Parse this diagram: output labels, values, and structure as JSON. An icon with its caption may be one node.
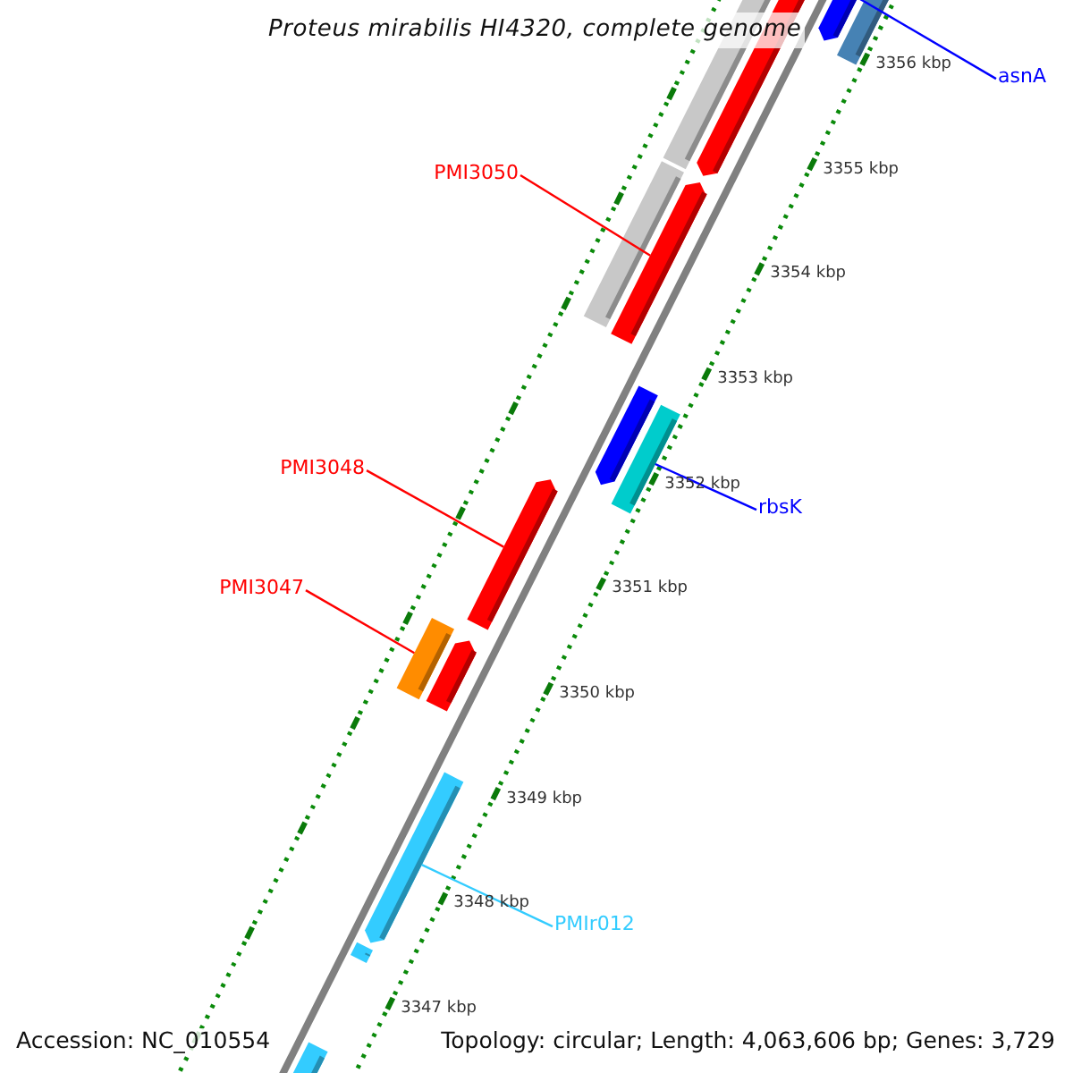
{
  "diagram": {
    "title": "Proteus mirabilis HI4320, complete genome",
    "nodes": [
      {
        "text": [
          "asnA"
        ]
      },
      {
        "text": [
          "PMI3050"
        ]
      },
      {
        "text": [
          "PMI3048"
        ]
      },
      {
        "text": [
          "rbsK"
        ]
      },
      {
        "text": [
          "PMI3047"
        ]
      },
      {
        "text": [
          "PMIr012"
        ]
      },
      {
        "text": [],
        "shape": "bar"
      },
      {
        "text": [],
        "shape": "bar"
      },
      {
        "text": [],
        "shape": "bar"
      },
      {
        "text": [],
        "shape": "bar"
      },
      {
        "text": [],
        "shape": "bar"
      },
      {
        "text": [],
        "shape": "bar"
      }
    ],
    "edges": [
      {
        "from": 0,
        "to": 6,
        "arrow": "none",
        "color": "#0000ff"
      },
      {
        "from": 1,
        "to": 7,
        "arrow": "none"
      },
      {
        "from": 2,
        "to": 8,
        "arrow": "none"
      },
      {
        "from": 3,
        "to": 9,
        "arrow": "none",
        "color": "#0000ff"
      },
      {
        "from": 4,
        "to": 10,
        "arrow": "none"
      },
      {
        "from": 5,
        "to": 11,
        "arrow": "none",
        "color": "#33ccff"
      }
    ],
    "labels": [
      "3356 kbp",
      "3355 kbp",
      "3354 kbp",
      "3353 kbp",
      "3352 kbp",
      "3351 kbp",
      "3350 kbp",
      "3349 kbp",
      "3348 kbp",
      "3347 kbp",
      "Accession: NC_010554",
      "Topology: circular; Length: 4,063,606 bp; Genes: 3,729"
    ]
  }
}
